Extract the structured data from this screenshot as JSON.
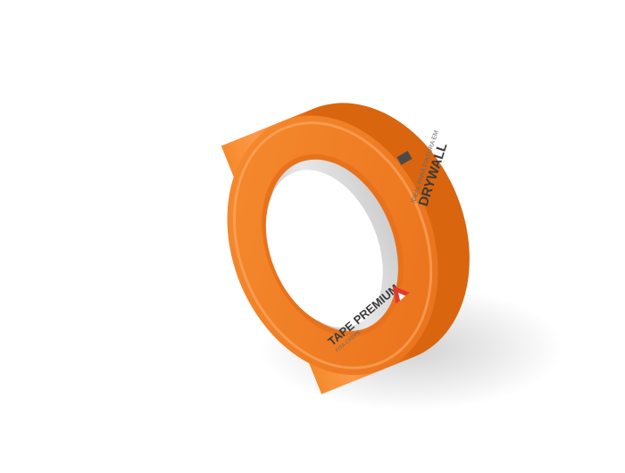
{
  "product": {
    "core_label_brand": "DRYWALL",
    "core_label_line": "IDEAL PARA PINTURA EM",
    "core_label_product": "TAPE PREMIUM",
    "core_label_sub": "FITA CREPE"
  },
  "colors": {
    "tape_orange": "#f37a1c",
    "tape_orange_light": "#fba35a",
    "tape_orange_dark": "#c65a0d",
    "core_gray": "#d9d9d9",
    "logo_red": "#e23a2a"
  },
  "icons": {
    "brand_logo": "triangle-a-logo-icon"
  }
}
